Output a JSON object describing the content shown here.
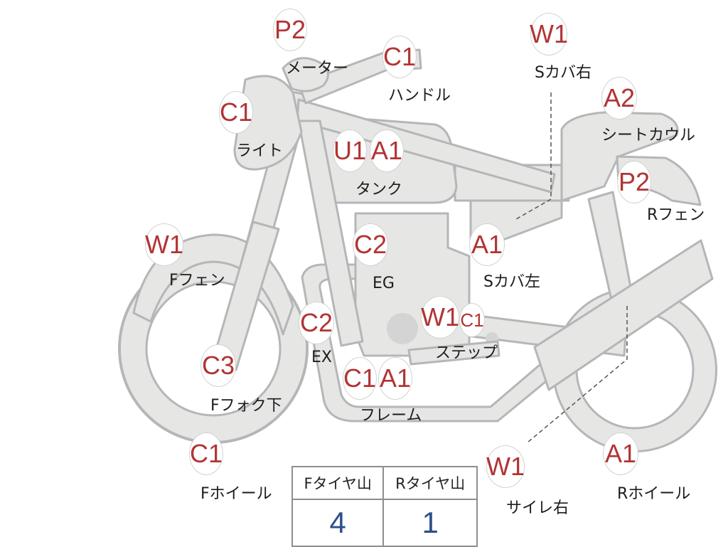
{
  "colors": {
    "badge_text": "#b13434",
    "label_text": "#1c1c1c",
    "part_fill": "#e6e6e4",
    "part_stroke": "#b4b6b8",
    "table_value": "#2d4f8a"
  },
  "parts": [
    {
      "id": "meter",
      "code": "P2",
      "name": "メーター"
    },
    {
      "id": "handle",
      "code": "C1",
      "name": "ハンドル"
    },
    {
      "id": "light",
      "code": "C1",
      "name": "ライト"
    },
    {
      "id": "tank",
      "codes": [
        "U1",
        "A1"
      ],
      "name": "タンク"
    },
    {
      "id": "side-cover-right",
      "code": "W1",
      "name": "Sカバ右"
    },
    {
      "id": "seat-cowl",
      "code": "A2",
      "name": "シートカウル"
    },
    {
      "id": "rear-fender",
      "code": "P2",
      "name": "Rフェン"
    },
    {
      "id": "front-fender",
      "code": "W1",
      "name": "Fフェン"
    },
    {
      "id": "engine",
      "code": "C2",
      "name": "EG"
    },
    {
      "id": "side-cover-left",
      "code": "A1",
      "name": "Sカバ左"
    },
    {
      "id": "exhaust",
      "code": "C2",
      "name": "EX"
    },
    {
      "id": "step",
      "codes": [
        "W1",
        "C1"
      ],
      "name": "ステップ"
    },
    {
      "id": "front-fork-lower",
      "code": "C3",
      "name": "Fフォク下"
    },
    {
      "id": "frame",
      "codes": [
        "C1",
        "A1"
      ],
      "name": "フレーム"
    },
    {
      "id": "front-wheel",
      "code": "C1",
      "name": "Fホイール"
    },
    {
      "id": "silencer-right",
      "code": "W1",
      "name": "サイレ右"
    },
    {
      "id": "rear-wheel",
      "code": "A1",
      "name": "Rホイール"
    }
  ],
  "tire_table": {
    "headers": [
      "Fタイヤ山",
      "Rタイヤ山"
    ],
    "values": [
      "4",
      "1"
    ]
  }
}
